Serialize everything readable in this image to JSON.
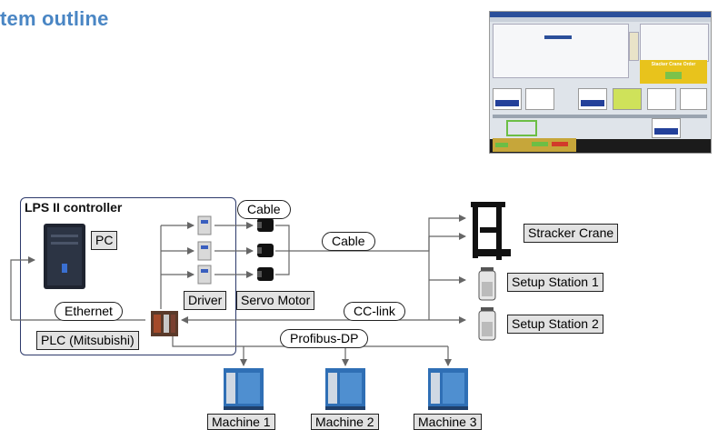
{
  "header": {
    "title": "tem outline"
  },
  "controller": {
    "title": "LPS II controller",
    "pc": "PC",
    "plc": "PLC (Mitsubishi)",
    "driver": "Driver",
    "servo": "Servo Motor"
  },
  "links": {
    "cable_top": "Cable",
    "cable_mid": "Cable",
    "ethernet": "Ethernet",
    "cclink": "CC-link",
    "profibus": "Profibus-DP"
  },
  "stations": {
    "crane": "Stracker Crane",
    "setup1": "Setup Station 1",
    "setup2": "Setup Station 2"
  },
  "machines": [
    "Machine 1",
    "Machine 2",
    "Machine 3"
  ],
  "screenshot": {
    "banner": "Stacker Crane Order"
  },
  "colors": {
    "title": "#4a86c4",
    "frame": "#2d3a6b",
    "arrow": "#666666",
    "label_bg": "#e2e2e2"
  }
}
